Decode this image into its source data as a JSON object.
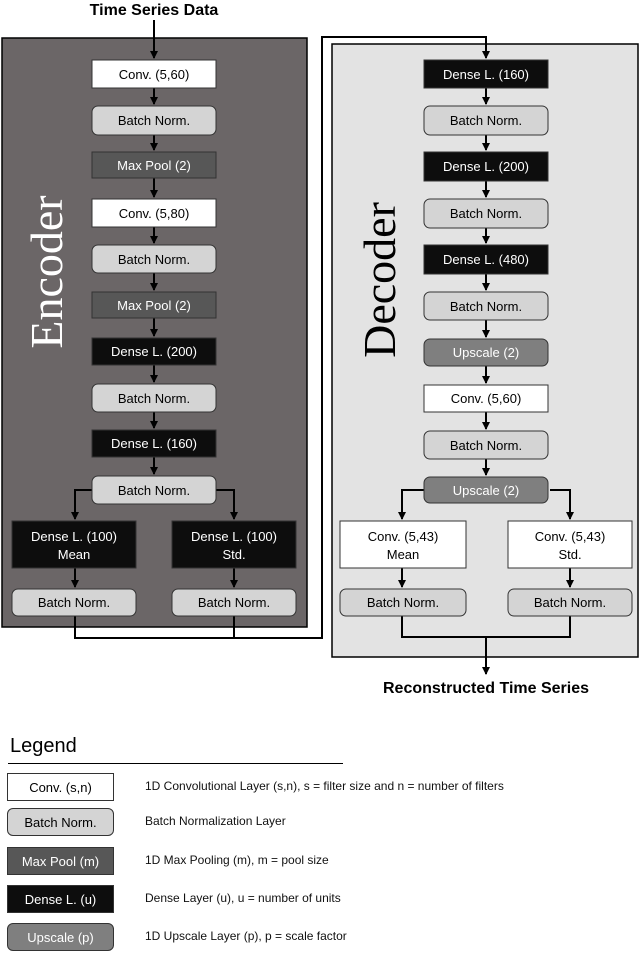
{
  "title": "Time Series Data",
  "output_label": "Reconstructed Time Series",
  "encoder_label": "Encoder",
  "decoder_label": "Decoder",
  "encoder": {
    "conv1": "Conv. (5,60)",
    "bn1": "Batch Norm.",
    "pool1": "Max Pool (2)",
    "conv2": "Conv. (5,80)",
    "bn2": "Batch Norm.",
    "pool2": "Max Pool (2)",
    "dense1": "Dense L. (200)",
    "bn3": "Batch Norm.",
    "dense2": "Dense L. (160)",
    "bn4": "Batch Norm.",
    "mean_line1": "Dense L. (100)",
    "mean_line2": "Mean",
    "std_line1": "Dense L. (100)",
    "std_line2": "Std.",
    "bn_mean": "Batch Norm.",
    "bn_std": "Batch Norm."
  },
  "decoder": {
    "dense1": "Dense L. (160)",
    "bn1": "Batch Norm.",
    "dense2": "Dense L. (200)",
    "bn2": "Batch Norm.",
    "dense3": "Dense L. (480)",
    "bn3": "Batch Norm.",
    "up1": "Upscale (2)",
    "conv1": "Conv. (5,60)",
    "bn4": "Batch Norm.",
    "up2": "Upscale (2)",
    "mean_line1": "Conv. (5,43)",
    "mean_line2": "Mean",
    "std_line1": "Conv. (5,43)",
    "std_line2": "Std.",
    "bn_mean": "Batch Norm.",
    "bn_std": "Batch Norm."
  },
  "legend": {
    "title": "Legend",
    "items": [
      {
        "label": "Conv. (s,n)",
        "desc": "1D Convolutional Layer (s,n), s = filter size and n = number of filters"
      },
      {
        "label": "Batch Norm.",
        "desc": "Batch Normalization Layer"
      },
      {
        "label": "Max Pool (m)",
        "desc": "1D Max Pooling (m), m = pool size"
      },
      {
        "label": "Dense L. (u)",
        "desc": "Dense Layer (u), u = number of units"
      },
      {
        "label": "Upscale (p)",
        "desc": "1D Upscale Layer (p), p = scale factor"
      }
    ]
  },
  "colors": {
    "encoder_panel": "#6b6667",
    "decoder_panel": "#e3e3e3",
    "conv": "#ffffff",
    "batch_norm": "#d4d4d4",
    "max_pool": "#575757",
    "dense": "#0d0d0d",
    "upscale": "#7f7f7f"
  }
}
